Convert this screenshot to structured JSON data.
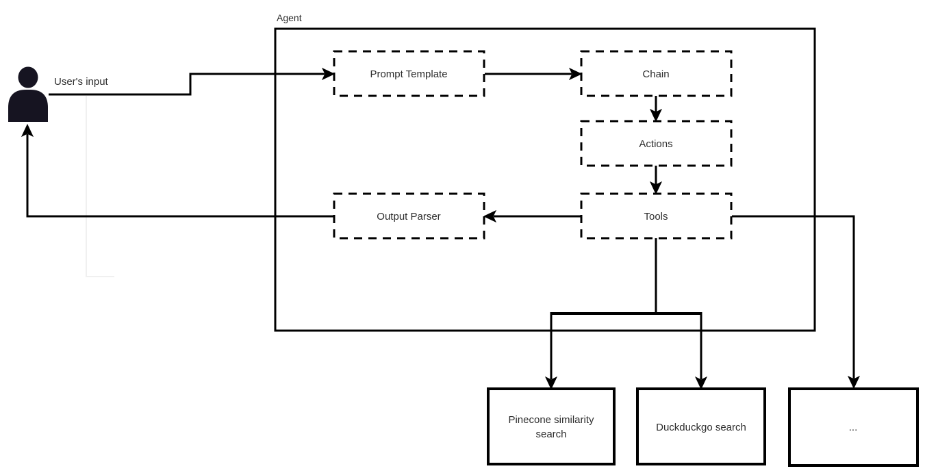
{
  "diagram": {
    "agent_label": "Agent",
    "users_input_label": "User's input",
    "nodes": {
      "prompt_template": "Prompt Template",
      "chain": "Chain",
      "actions": "Actions",
      "tools": "Tools",
      "output_parser": "Output Parser",
      "pinecone_line1": "Pinecone similarity",
      "pinecone_line2": "search",
      "duckduckgo": "Duckduckgo search",
      "ellipsis": "..."
    },
    "colors": {
      "stroke": "#000000",
      "node_fill": "#ffffff",
      "node_text": "#2d2d2d",
      "person_icon": "#161421",
      "canvas_background": "#ffffff"
    }
  }
}
